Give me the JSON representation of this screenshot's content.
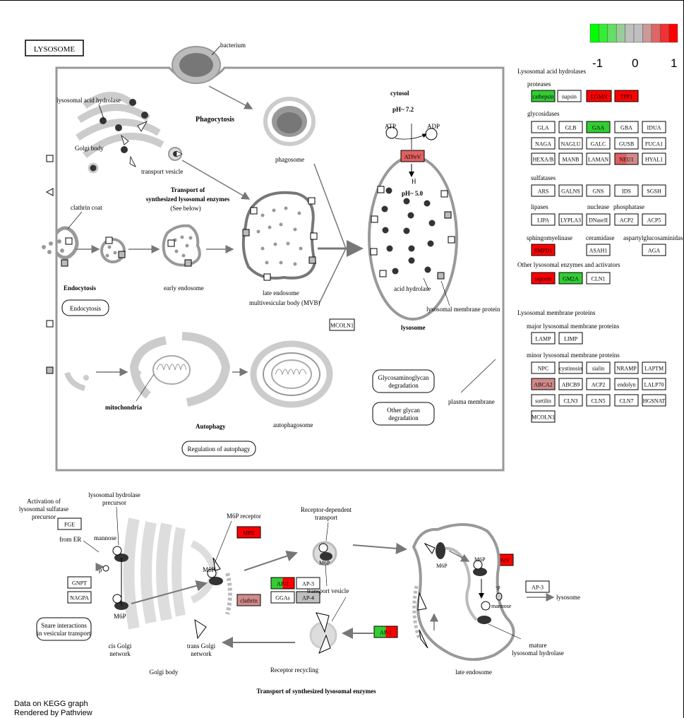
{
  "title": "LYSOSOME",
  "legend": {
    "colors": [
      "#00ff00",
      "#33ee33",
      "#66dd66",
      "#99cc99",
      "#bfbfbf",
      "#bfbfbf",
      "#cc9999",
      "#dd6666",
      "#ee3333",
      "#ff0000"
    ],
    "labels": [
      "-1",
      "0",
      "1"
    ]
  },
  "colors": {
    "up": "#ff0000",
    "down": "#33cc33",
    "grey": "#c0c0c0",
    "red_mid": "#e06060",
    "pale_red": "#d28a8a"
  },
  "diagram_labels": {
    "bacterium": "bacterium",
    "lysosomal_acid_hydrolase": "lysosomal acid hydrolase",
    "golgi_body": "Golgi body",
    "transport_vesicle": "transport vesicle",
    "phagocytosis": "Phagocytosis",
    "phagosome": "phagosome",
    "cytosol": "cytosol",
    "ph72": "pH~ 7.2",
    "atp": "ATP",
    "adp": "ADP",
    "h_plus": "H",
    "ph50": "pH~ 5.0",
    "transport_of_1": "Transport of",
    "transport_of_2": "synthesized lysosomal enzymes",
    "see_below": "(See below)",
    "clathrin_coat": "clathrin coat",
    "endocytosis": "Endocytosis",
    "endocytosis_box": "Endocytosis",
    "early_endosome": "early endosome",
    "late_endosome": "late endosome",
    "mvb": "multivesicular body (MVB)",
    "acid_hydrolase": "acid  hydrolase",
    "lysosomal_membrane_protein": "lysosomal membrane protein",
    "lysosome": "lysosome",
    "mcoln1": "MCOLN1",
    "mitochondria": "mitochondria",
    "autophagy": "Autophagy",
    "autophagosome": "autophagosome",
    "regulation_autophagy": "Regulation of autophagy",
    "gag_1": "Glycosaminoglycan",
    "gag_2": "degradation",
    "other_glycan_1": "Other glycan",
    "other_glycan_2": "degradation",
    "plasma_membrane": "plasma membrane"
  },
  "right_panel": {
    "hydrolases_title": "Lysosomal acid hydrolases",
    "proteases": "proteases",
    "glycosidases": "glycosidases",
    "sulfatases": "sulfatases",
    "lipases": "lipases",
    "nuclease": "nuclease",
    "phosphatase": "phosphatase",
    "sphingomyelinase": "sphingomyelinase",
    "ceramidase": "ceramidase",
    "aspartylglucosaminidase": "aspartylglucosaminidase",
    "other_enzymes": "Other lysosomal enzymes and activators",
    "membrane_title": "Lysosomal membrane proteins",
    "major": "major lysosomal membrane proteins",
    "minor": "minor lysosomal membrane proteins"
  },
  "genes": {
    "cathepsin": "cathepsin",
    "napsin": "napsin",
    "LGMN": "LGMN",
    "TPP1": "TPP1",
    "GLA": "GLA",
    "GLB": "GLB",
    "GAA": "GAA",
    "GBA": "GBA",
    "IDUA": "IDUA",
    "NAGA": "NAGA",
    "NAGLU": "NAGLU",
    "GALC": "GALC",
    "GUSB": "GUSB",
    "FUCA1": "FUCA1",
    "HEXAB": "HEXA/B",
    "MANB": "MANB",
    "LAMAN": "LAMAN",
    "NEU1": "NEU1",
    "HYAL1": "HYAL1",
    "ARS": "ARS",
    "GALNS": "GALNS",
    "GNS": "GNS",
    "IDS": "IDS",
    "SGSH": "SGSH",
    "LIPA": "LIPA",
    "LYPLA3": "LYPLA3",
    "DNaseII": "DNaseII",
    "ACP2": "ACP2",
    "ACP5": "ACP5",
    "SMPD1": "SMPD1",
    "ASAH1": "ASAH1",
    "AGA": "AGA",
    "saposin": "saposin",
    "GM2A": "GM2A",
    "CLN1": "CLN1",
    "LAMP": "LAMP",
    "LIMP": "LIMP",
    "NPC": "NPC",
    "cystinosin": "cystinosin",
    "sialin": "sialin",
    "NRAMP": "NRAMP",
    "LAPTM": "LAPTM",
    "ABCA2": "ABCA2",
    "ABCB9": "ABCB9",
    "ACP2b": "ACP2",
    "endolyn": "endolyn",
    "LALP70": "LALP70",
    "sortilin": "sortilin",
    "CLN3": "CLN3",
    "CLN5": "CLN5",
    "CLN7": "CLN7",
    "HGSNAT": "HGSNAT",
    "MCOLN1b": "MCOLN1",
    "ATPeV": "ATPeV",
    "ATPeV2": "ATPeV",
    "FGE": "FGE",
    "GNPT": "GNPT",
    "NAGPA": "NAGPA",
    "MPR": "MPR",
    "clathrin": "clathrin",
    "AP1": "AP-1",
    "AP3": "AP-3",
    "GGAs": "GGAs",
    "AP4": "AP-4",
    "AP1b": "AP-1",
    "AP3b": "AP-3"
  },
  "bottom_labels": {
    "activation_1": "Activation of",
    "activation_2": "lysosomal sulfatase",
    "activation_3": "precursor",
    "hydrolase_precursor_1": "lysosomal hydrolase",
    "hydrolase_precursor_2": "precursor",
    "mannose": "mannose",
    "from_er": "from ER",
    "p": "-p",
    "m6p_receptor": "M6P receptor",
    "m6p": "M6P",
    "receptor_dep_1": "Receptor-dependent",
    "receptor_dep_2": "transport",
    "transport_vesicle": "transport vesicle",
    "snare_1": "Snare interactions",
    "snare_2": "in vesicular transport",
    "cis_golgi_1": "cis Golgi",
    "cis_golgi_2": "network",
    "trans_golgi_1": "trans Golgi",
    "trans_golgi_2": "network",
    "golgi_body": "Golgi body",
    "receptor_recycling": "Receptor recycling",
    "transport_synth": "Transport of synthesized lysosomal enzymes",
    "late_endosome": "late endosome",
    "lysosome": "lysosome",
    "mature_1": "mature",
    "mature_2": "lysosomal hydrolase"
  },
  "footer": {
    "line1": "Data on KEGG graph",
    "line2": "Rendered by Pathview"
  }
}
